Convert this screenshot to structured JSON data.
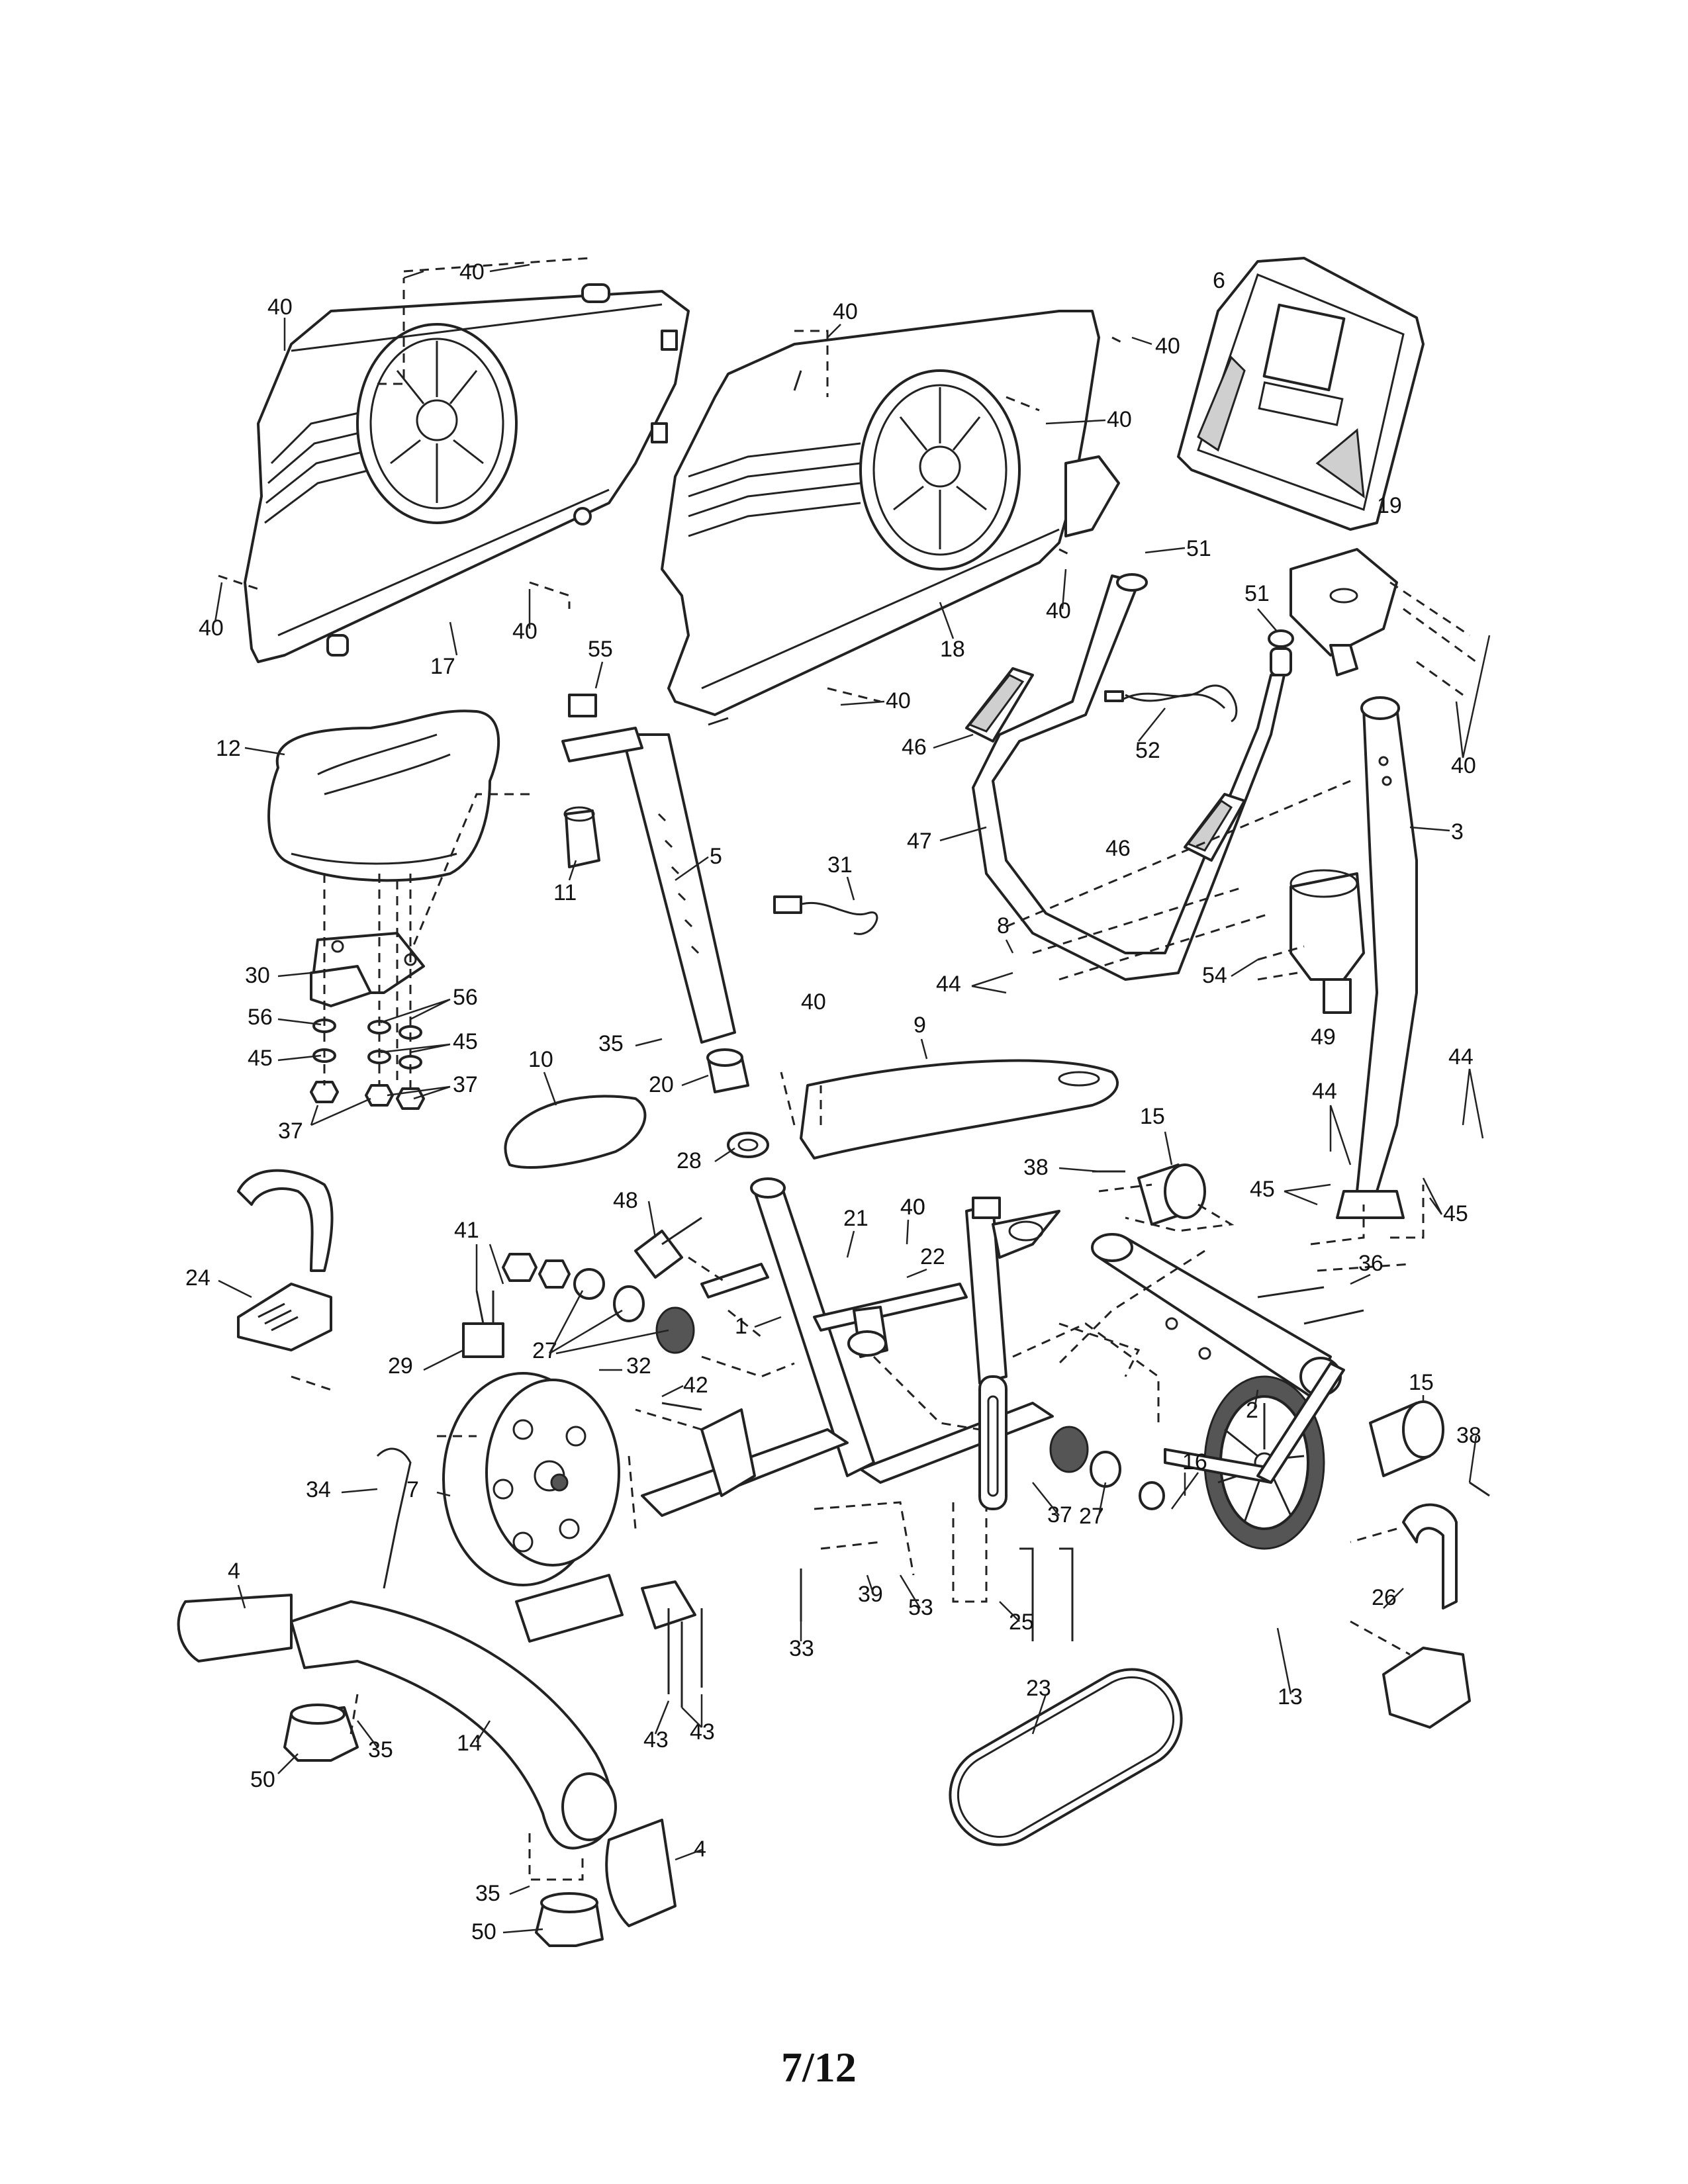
{
  "callouts": [
    {
      "id": "c40a",
      "label": "40"
    },
    {
      "id": "c40b",
      "label": "40"
    },
    {
      "id": "c40c",
      "label": "40"
    },
    {
      "id": "c40d",
      "label": "40"
    },
    {
      "id": "c40e",
      "label": "40"
    },
    {
      "id": "c40f",
      "label": "40"
    },
    {
      "id": "c40g",
      "label": "40"
    },
    {
      "id": "c40h",
      "label": "40"
    },
    {
      "id": "c40i",
      "label": "40"
    },
    {
      "id": "c40j",
      "label": "40"
    },
    {
      "id": "c40k",
      "label": "40"
    },
    {
      "id": "c40l",
      "label": "40"
    },
    {
      "id": "c6",
      "label": "6"
    },
    {
      "id": "c19",
      "label": "19"
    },
    {
      "id": "c51a",
      "label": "51"
    },
    {
      "id": "c51b",
      "label": "51"
    },
    {
      "id": "c17",
      "label": "17"
    },
    {
      "id": "c18",
      "label": "18"
    },
    {
      "id": "c55",
      "label": "55"
    },
    {
      "id": "c12",
      "label": "12"
    },
    {
      "id": "c46a",
      "label": "46"
    },
    {
      "id": "c46b",
      "label": "46"
    },
    {
      "id": "c52",
      "label": "52"
    },
    {
      "id": "c3",
      "label": "3"
    },
    {
      "id": "c5",
      "label": "5"
    },
    {
      "id": "c11",
      "label": "11"
    },
    {
      "id": "c47",
      "label": "47"
    },
    {
      "id": "c31",
      "label": "31"
    },
    {
      "id": "c30",
      "label": "30"
    },
    {
      "id": "c8",
      "label": "8"
    },
    {
      "id": "c54",
      "label": "54"
    },
    {
      "id": "c56a",
      "label": "56"
    },
    {
      "id": "c56b",
      "label": "56"
    },
    {
      "id": "c44a",
      "label": "44"
    },
    {
      "id": "c45a",
      "label": "45"
    },
    {
      "id": "c45b",
      "label": "45"
    },
    {
      "id": "c49",
      "label": "49"
    },
    {
      "id": "c35a",
      "label": "35"
    },
    {
      "id": "c37a",
      "label": "37"
    },
    {
      "id": "c37b",
      "label": "37"
    },
    {
      "id": "c10",
      "label": "10"
    },
    {
      "id": "c20",
      "label": "20"
    },
    {
      "id": "c9",
      "label": "9"
    },
    {
      "id": "c44b",
      "label": "44"
    },
    {
      "id": "c44c",
      "label": "44"
    },
    {
      "id": "c15a",
      "label": "15"
    },
    {
      "id": "c28",
      "label": "28"
    },
    {
      "id": "c38a",
      "label": "38"
    },
    {
      "id": "c45c",
      "label": "45"
    },
    {
      "id": "c45d",
      "label": "45"
    },
    {
      "id": "c48",
      "label": "48"
    },
    {
      "id": "c21",
      "label": "21"
    },
    {
      "id": "c40m",
      "label": "40"
    },
    {
      "id": "c41",
      "label": "41"
    },
    {
      "id": "c24",
      "label": "24"
    },
    {
      "id": "c22",
      "label": "22"
    },
    {
      "id": "c36",
      "label": "36"
    },
    {
      "id": "c1",
      "label": "1"
    },
    {
      "id": "c27a",
      "label": "27"
    },
    {
      "id": "c29",
      "label": "29"
    },
    {
      "id": "c32",
      "label": "32"
    },
    {
      "id": "c42",
      "label": "42"
    },
    {
      "id": "c15b",
      "label": "15"
    },
    {
      "id": "c2",
      "label": "2"
    },
    {
      "id": "c38b",
      "label": "38"
    },
    {
      "id": "c34",
      "label": "34"
    },
    {
      "id": "c7",
      "label": "7"
    },
    {
      "id": "c16",
      "label": "16"
    },
    {
      "id": "c37c",
      "label": "37"
    },
    {
      "id": "c27b",
      "label": "27"
    },
    {
      "id": "c4a",
      "label": "4"
    },
    {
      "id": "c39",
      "label": "39"
    },
    {
      "id": "c53",
      "label": "53"
    },
    {
      "id": "c25",
      "label": "25"
    },
    {
      "id": "c26",
      "label": "26"
    },
    {
      "id": "c33",
      "label": "33"
    },
    {
      "id": "c13",
      "label": "13"
    },
    {
      "id": "c23",
      "label": "23"
    },
    {
      "id": "c43a",
      "label": "43"
    },
    {
      "id": "c43b",
      "label": "43"
    },
    {
      "id": "c50a",
      "label": "50"
    },
    {
      "id": "c35b",
      "label": "35"
    },
    {
      "id": "c14",
      "label": "14"
    },
    {
      "id": "c35c",
      "label": "35"
    },
    {
      "id": "c4b",
      "label": "4"
    },
    {
      "id": "c50b",
      "label": "50"
    }
  ],
  "page_number": "7/12"
}
